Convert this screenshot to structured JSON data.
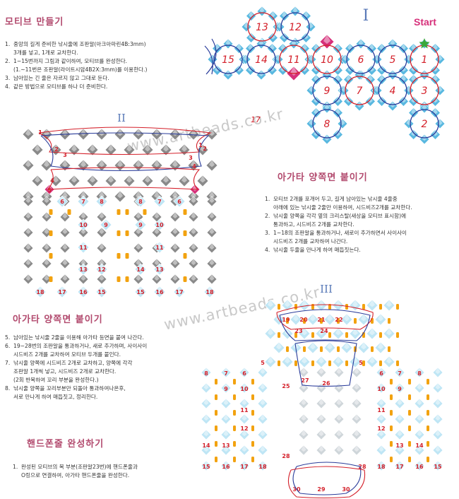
{
  "diagram_I": {
    "roman": "I",
    "start_label": "Start",
    "circles": [
      "13",
      "12",
      "15",
      "14",
      "11",
      "10",
      "6",
      "5",
      "1",
      "9",
      "7",
      "4",
      "3",
      "8",
      "2"
    ]
  },
  "diagram_II": {
    "roman": "II"
  },
  "diagram_III": {
    "roman": "III"
  },
  "stray_label": "17",
  "section1": {
    "title": "모티브 만들기",
    "steps": [
      {
        "num": "1.",
        "lines": [
          "중앙의 길게 준비한 낚시줄에 조판알(아크아마린4B:3mm)",
          "3개를 넣고, 1개로 교차한다."
        ]
      },
      {
        "num": "2.",
        "lines": [
          "1~15번까지 그림과 같이하여, 모티브를 완성한다.",
          "(1.~11번은 조판알(라이트시암4B2X:3mm)를 이용한다.)"
        ]
      },
      {
        "num": "3.",
        "lines": [
          "남아있는 긴 줄은 자르지 않고 그대로 둔다."
        ]
      },
      {
        "num": "4.",
        "lines": [
          "같은 방법으로 모티브를 하나 더 준비한다."
        ]
      }
    ]
  },
  "section2": {
    "title": "아가타 양쪽면 붙이기",
    "steps": [
      {
        "num": "1.",
        "lines": [
          "모티브 2개를 포개어 두고, 길게 남아있는 낚시줄 4줄중",
          "아래에 있는 낚시줄 2줄만 이용하여, 시드비즈2개를 교차한다."
        ]
      },
      {
        "num": "2.",
        "lines": [
          "낚시줄 양쪽을 각각 옆의 크리스탈(새상을 모티브 표시함)에",
          "통과하고, 시드비즈 2개를 교차한다."
        ]
      },
      {
        "num": "3.",
        "lines": [
          "1~18의 조판알을 통과하거나, 새로이 추가하면서 사이사이",
          "시드비즈 2개를 교차하여 나간다."
        ]
      },
      {
        "num": "4.",
        "lines": [
          "낚시줄 두줄을 만나게 하여 매듭짓는다."
        ]
      }
    ]
  },
  "section3": {
    "title": "아가타 양쪽면 붙이기",
    "steps": [
      {
        "num": "5.",
        "lines": [
          "남아있는 낚시줄 2줄을 이용해 아가타 등면을 붙여 나간다."
        ]
      },
      {
        "num": "6.",
        "lines": [
          "19~28번의 조판알을 통과하거나, 새로 추가하며, 사이사이",
          "시드비즈 2개를 교차하여 모티브 두개를 붙인다."
        ]
      },
      {
        "num": "7.",
        "lines": [
          "낚시줄 양쪽에 시드비즈 2개로 교차하고, 양쪽에 각각",
          "조판알 1개씩 넣고, 시드비즈 2개로 교차한다.",
          "(2회 반복하여 꼬리 부분을 완성한다.)"
        ]
      },
      {
        "num": "8.",
        "lines": [
          "낚시줄 양쪽을 꼬리부분만 되돌아 통과하여나온후,",
          "서로 만나게 하여 매듭짓고, 정리한다."
        ]
      }
    ]
  },
  "section4": {
    "title": "핸드폰줄 완성하기",
    "steps": [
      {
        "num": "1.",
        "lines": [
          "완성된 모티브의 목 부분(조판알23번)에 핸드폰줄과",
          "O링으로 연결하여, 아가타 핸드폰줄을 완성한다."
        ]
      }
    ]
  },
  "watermarks": [
    "www.artbeads.co.kr",
    "www.artbeads.co.kr"
  ],
  "colors": {
    "accent_title": "#b24a6e",
    "crystal": "#59b8e0",
    "crystal_light": "#bfe6f5",
    "pink": "#d6307a",
    "red": "#d4202a",
    "navy": "#2a3c9a",
    "gray": "#8a8a8a",
    "seed": "#f2a20f"
  }
}
